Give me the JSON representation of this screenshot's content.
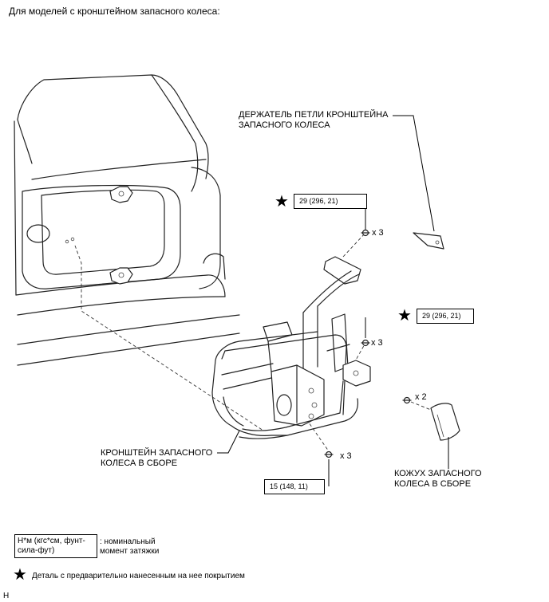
{
  "header": {
    "title": "Для моделей с кронштейном запасного колеса:"
  },
  "labels": {
    "loop_holder": [
      "ДЕРЖАТЕЛЬ ПЕТЛИ КРОНШТЕЙНА",
      "ЗАПАСНОГО КОЛЕСА"
    ],
    "bracket_assy": [
      "КРОНШТЕЙН ЗАПАСНОГО",
      "КОЛЕСА В СБОРЕ"
    ],
    "cover_assy": [
      "КОЖУХ ЗАПАСНОГО",
      "КОЛЕСА В СБОРЕ"
    ]
  },
  "torque": {
    "top": "29 (296, 21)",
    "right": "29 (296, 21)",
    "bottom": "15 (148, 11)"
  },
  "quantities": {
    "top_bolts": "x 3",
    "right_bolts": "x 3",
    "bottom_bolts": "x 3",
    "cover_clips": "x 2"
  },
  "legend": {
    "unit_box": [
      "Н*м (кгс*см, фунт-",
      "сила-фут)"
    ],
    "unit_desc": [
      ": номинальный",
      "момент затяжки"
    ],
    "star_desc": "Деталь с предварительно нанесенным на нее покрытием"
  },
  "footer": {
    "code": "H"
  },
  "icons": [
    "star-icon",
    "bolt-icon",
    "clip-icon"
  ]
}
